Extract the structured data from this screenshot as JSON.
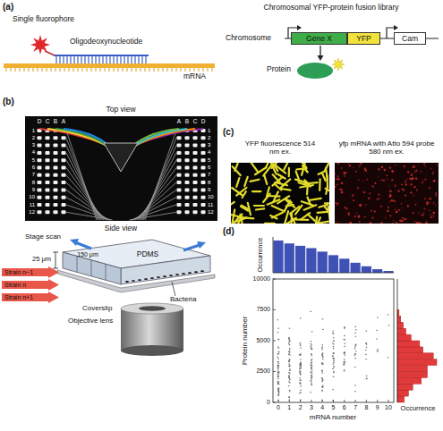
{
  "diagram": {
    "nodes": [
      {
        "text": [
          "Gene X"
        ]
      },
      {
        "text": [
          "YFP"
        ]
      },
      {
        "text": [
          "Cam"
        ]
      }
    ],
    "labels": [
      "(a)",
      "Single fluorophore",
      "Oligodeoxynucleotide",
      "mRNA",
      "Chromosomal YFP-protein fusion library",
      "Chromosome",
      "Protein",
      "(b)",
      "Top view",
      "D",
      "C",
      "B",
      "A",
      "A",
      "B",
      "C",
      "D",
      "1",
      "2",
      "3",
      "4",
      "5",
      "6",
      "7",
      "8",
      "9",
      "10",
      "11",
      "12",
      "1",
      "2",
      "3",
      "4",
      "5",
      "6",
      "7",
      "8",
      "9",
      "10",
      "11",
      "12",
      "Side view",
      "Stage scan",
      "PDMS",
      "25 μm",
      "150 μm",
      "Bacteria",
      "Strain n−1",
      "Strain n",
      "Strain n+1",
      "Coverslip",
      "Objective lens",
      "(c)",
      "YFP fluorescence 514 nm ex.",
      "yfp mRNA with Atto 594 probe 580 nm ex.",
      "(d)",
      "Occurrence",
      "10000",
      "7500",
      "5000",
      "2500",
      "0",
      "Protein number",
      "0",
      "1",
      "2",
      "3",
      "4",
      "5",
      "6",
      "7",
      "8",
      "9",
      "10",
      "mRNA number",
      "Occurrence"
    ]
  }
}
